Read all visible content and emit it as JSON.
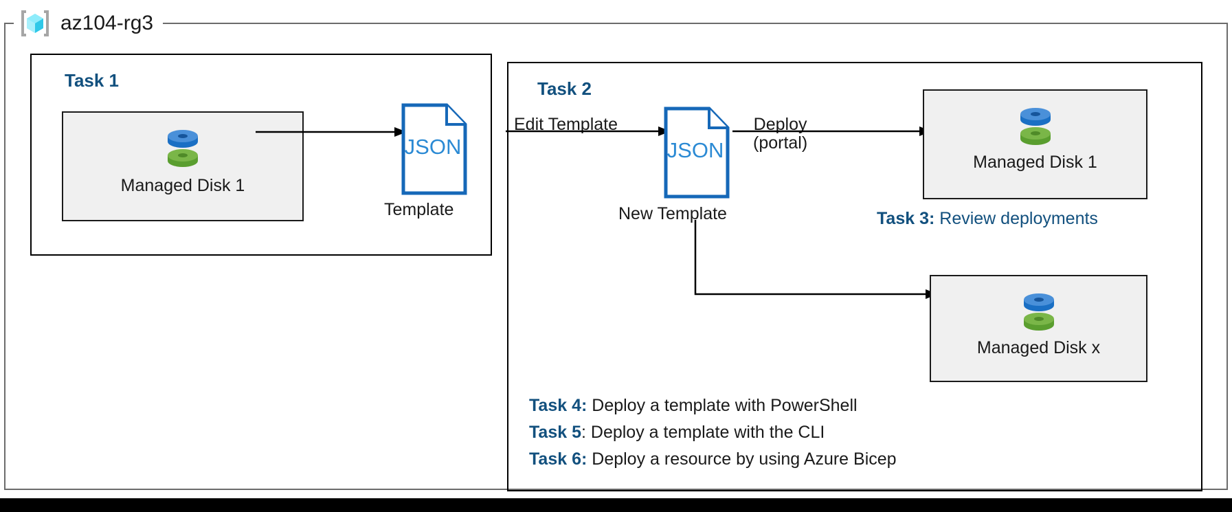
{
  "resource_group": {
    "name": "az104-rg3",
    "icon": "azure-resource-group-cube-icon",
    "frame_color": "#6b6b6b"
  },
  "theme": {
    "accent_blue": "#12507e",
    "doc_blue": "#1668b8",
    "json_text_blue": "#2b8ad4",
    "box_fill": "#f0f0f0",
    "stroke_black": "#1a1a1a",
    "disk_blue": "#4a90d9",
    "disk_green": "#7ab648",
    "cube_cyan": "#4fd8f5"
  },
  "task1": {
    "heading": "Task 1",
    "resource": {
      "label": "Managed Disk 1",
      "icon": "managed-disk-icon"
    },
    "document": {
      "icon": "json-file-icon",
      "badge": "JSON",
      "caption": "Template"
    }
  },
  "task2": {
    "heading": "Task 2",
    "edge_edit_label": "Edit Template",
    "document": {
      "icon": "json-file-icon",
      "badge": "JSON",
      "caption": "New Template"
    },
    "edge_deploy_label_line1": "Deploy",
    "edge_deploy_label_line2": "(portal)",
    "resource_primary": {
      "label": "Managed Disk 1",
      "icon": "managed-disk-icon"
    },
    "resource_scaled": {
      "label": "Managed Disk x",
      "icon": "managed-disk-icon"
    }
  },
  "notes": [
    {
      "key": "Task 3:",
      "body": " Review deployments",
      "body_color": "accent"
    },
    {
      "key": "Task 4:",
      "body": " Deploy a template with PowerShell",
      "body_color": "black"
    },
    {
      "key": "Task 5",
      "sep": ":",
      "body": " Deploy a template with the CLI",
      "body_color": "black"
    },
    {
      "key": "Task 6:",
      "body": " Deploy a resource by using Azure Bicep",
      "body_color": "black"
    }
  ]
}
